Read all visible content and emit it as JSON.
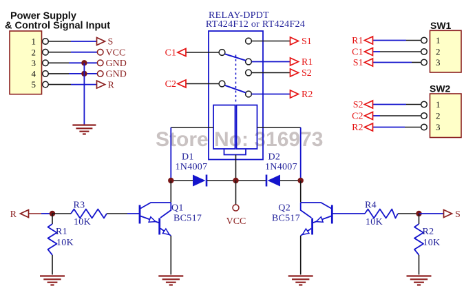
{
  "watermark": "Store No: 316973",
  "power_input": {
    "title_line1": "Power Supply",
    "title_line2": "& Control Signal Input",
    "pins": [
      "1",
      "2",
      "3",
      "4",
      "5"
    ],
    "signals": [
      "S",
      "VCC",
      "GND",
      "GND",
      "R"
    ]
  },
  "relay": {
    "name": "RELAY-DPDT",
    "part": "RT424F12 or RT424F24",
    "pole1": "C1",
    "pole2": "C2",
    "contacts": [
      "S1",
      "R1",
      "S2",
      "R2"
    ]
  },
  "switches": [
    {
      "title": "SW1",
      "pins": [
        "1",
        "2",
        "3"
      ],
      "signals": [
        "R1",
        "C1",
        "S1"
      ]
    },
    {
      "title": "SW2",
      "pins": [
        "1",
        "2",
        "3"
      ],
      "signals": [
        "S2",
        "C2",
        "R2"
      ]
    }
  ],
  "diodes": [
    {
      "ref": "D1",
      "part": "1N4007"
    },
    {
      "ref": "D2",
      "part": "1N4007"
    }
  ],
  "transistors": [
    {
      "ref": "Q1",
      "part": "BC517"
    },
    {
      "ref": "Q2",
      "part": "BC517"
    }
  ],
  "resistors": [
    {
      "ref": "R1",
      "value": "10K"
    },
    {
      "ref": "R2",
      "value": "10K"
    },
    {
      "ref": "R3",
      "value": "10K"
    },
    {
      "ref": "R4",
      "value": "10K"
    }
  ],
  "nets": {
    "r": "R",
    "s": "S",
    "vcc": "VCC"
  },
  "colors": {
    "wire_blue": "#1414cc",
    "wire_black": "#161616",
    "dark_red": "#8b1f1f",
    "bright_red": "#e51212",
    "navy_label": "#1f1f99",
    "connector_fill": "#ffffc8",
    "connector_border": "#8b1f1f",
    "watermark_gray": "#c9c2c2",
    "background": "#ffffff"
  }
}
